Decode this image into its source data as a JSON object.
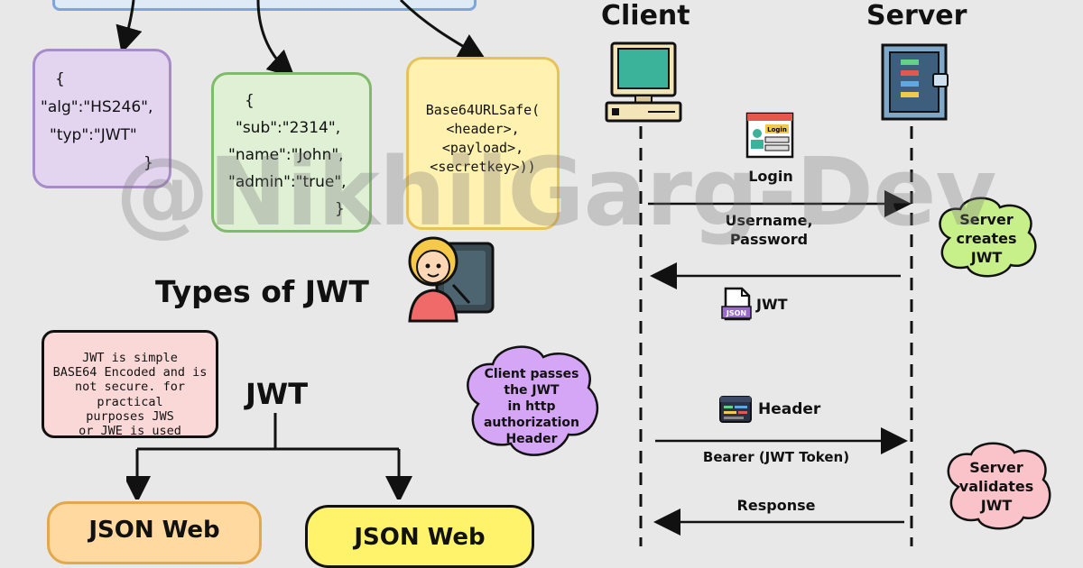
{
  "header_cards": {
    "header": {
      "lines": [
        "{",
        "\"alg\":\"HS246\",",
        "\"typ\":\"JWT\"",
        "}"
      ]
    },
    "payload": {
      "lines": [
        "{",
        "\"sub\":\"2314\",",
        "\"name\":\"John\",",
        "\"admin\":\"true\",",
        "}"
      ]
    },
    "signature": {
      "lines": [
        "Base64URLSafe(",
        "<header>,",
        "<payload>,",
        "<secretkey>))"
      ]
    }
  },
  "flow": {
    "client_label": "Client",
    "server_label": "Server",
    "login_label": "Login",
    "login_icon_text": "Login",
    "username_password": [
      "Username,",
      "Password"
    ],
    "server_creates": [
      "Server",
      "creates",
      "JWT"
    ],
    "jwt_label": "JWT",
    "jwt_icon_text": "JSON",
    "client_passes": [
      "Client passes",
      "the JWT",
      "in http",
      "authorization",
      "Header"
    ],
    "header_label": "Header",
    "bearer_label": "Bearer (JWT Token)",
    "server_validates": [
      "Server",
      "validates",
      "JWT"
    ],
    "response_label": "Response"
  },
  "types": {
    "title": "Types of JWT",
    "note": [
      "JWT is simple",
      "BASE64 Encoded and is",
      "not secure. for practical",
      "purposes JWS",
      "or JWE is used"
    ],
    "root": "JWT",
    "left_child": "JSON Web",
    "right_child": "JSON Web"
  },
  "watermark": "@NikhilGarg-Dev",
  "colors": {
    "purple_bg": "#e3d4f0",
    "purple_border": "#a88bc9",
    "green_bg": "#dff0d4",
    "green_border": "#7fbb6a",
    "yellow_bg": "#fff1b0",
    "yellow_border": "#e6c35a",
    "pink_bg": "#fbd8d8",
    "cloud_green": "#c8f08a",
    "cloud_purple": "#d5a6f5",
    "cloud_pink": "#f9c3c9",
    "orange_bg": "#ffd9a0",
    "lemon_bg": "#fff36b"
  }
}
